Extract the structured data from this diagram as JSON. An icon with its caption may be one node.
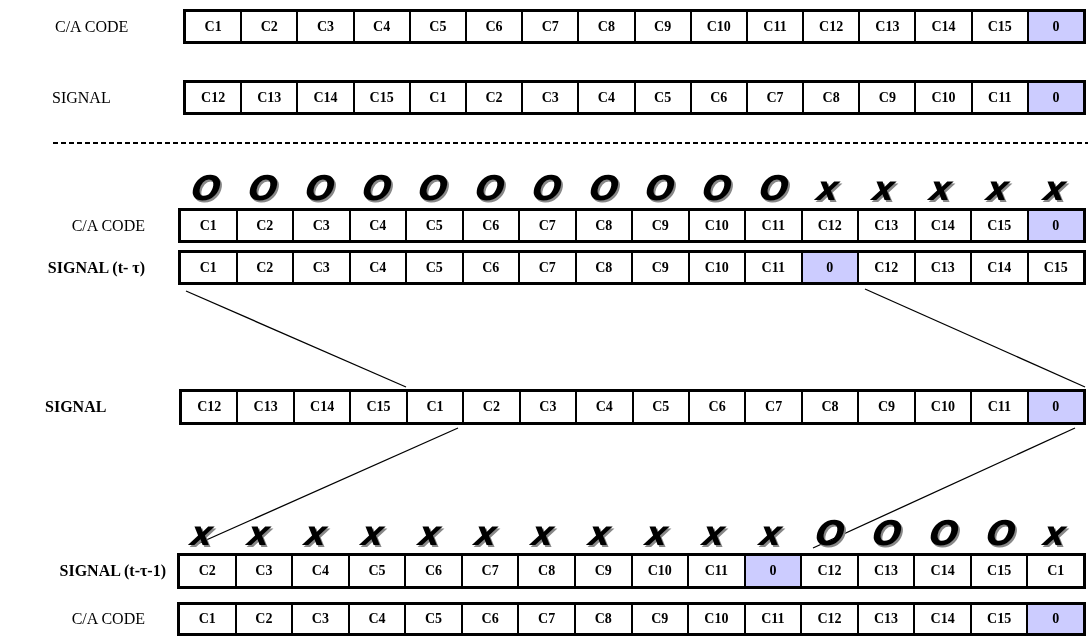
{
  "diagram": {
    "labels": [
      "C/A CODE",
      "C1",
      "C2",
      "C3",
      "C4",
      "C5",
      "C6",
      "C7",
      "C8",
      "C9",
      "C10",
      "C11",
      "C12",
      "C13",
      "C14",
      "C15",
      "0",
      "SIGNAL",
      "C12",
      "C13",
      "C14",
      "C15",
      "C1",
      "C2",
      "C3",
      "C4",
      "C5",
      "C6",
      "C7",
      "C8",
      "C9",
      "C10",
      "C11",
      "0",
      "O",
      "O",
      "O",
      "O",
      "O",
      "O",
      "O",
      "O",
      "O",
      "O",
      "O",
      "x",
      "x",
      "x",
      "x",
      "x",
      "C/A CODE",
      "C1",
      "C2",
      "C3",
      "C4",
      "C5",
      "C6",
      "C7",
      "C8",
      "C9",
      "C10",
      "C11",
      "C12",
      "C13",
      "C14",
      "C15",
      "0",
      "SIGNAL (t- τ)",
      "C1",
      "C2",
      "C3",
      "C4",
      "C5",
      "C6",
      "C7",
      "C8",
      "C9",
      "C10",
      "C11",
      "0",
      "C12",
      "C13",
      "C14",
      "C15",
      "SIGNAL",
      "C12",
      "C13",
      "C14",
      "C15",
      "C1",
      "C2",
      "C3",
      "C4",
      "C5",
      "C6",
      "C7",
      "C8",
      "C9",
      "C10",
      "C11",
      "0",
      "x",
      "x",
      "x",
      "x",
      "x",
      "x",
      "x",
      "x",
      "x",
      "x",
      "x",
      "O",
      "O",
      "O",
      "O",
      "x",
      "SIGNAL (t-τ-1)",
      "C2",
      "C3",
      "C4",
      "C5",
      "C6",
      "C7",
      "C8",
      "C9",
      "C10",
      "C11",
      "0",
      "C12",
      "C13",
      "C14",
      "C15",
      "C1",
      "C/A CODE",
      "C1",
      "C2",
      "C3",
      "C4",
      "C5",
      "C6",
      "C7",
      "C8",
      "C9",
      "C10",
      "C11",
      "C12",
      "C13",
      "C14",
      "C15",
      "0"
    ]
  }
}
